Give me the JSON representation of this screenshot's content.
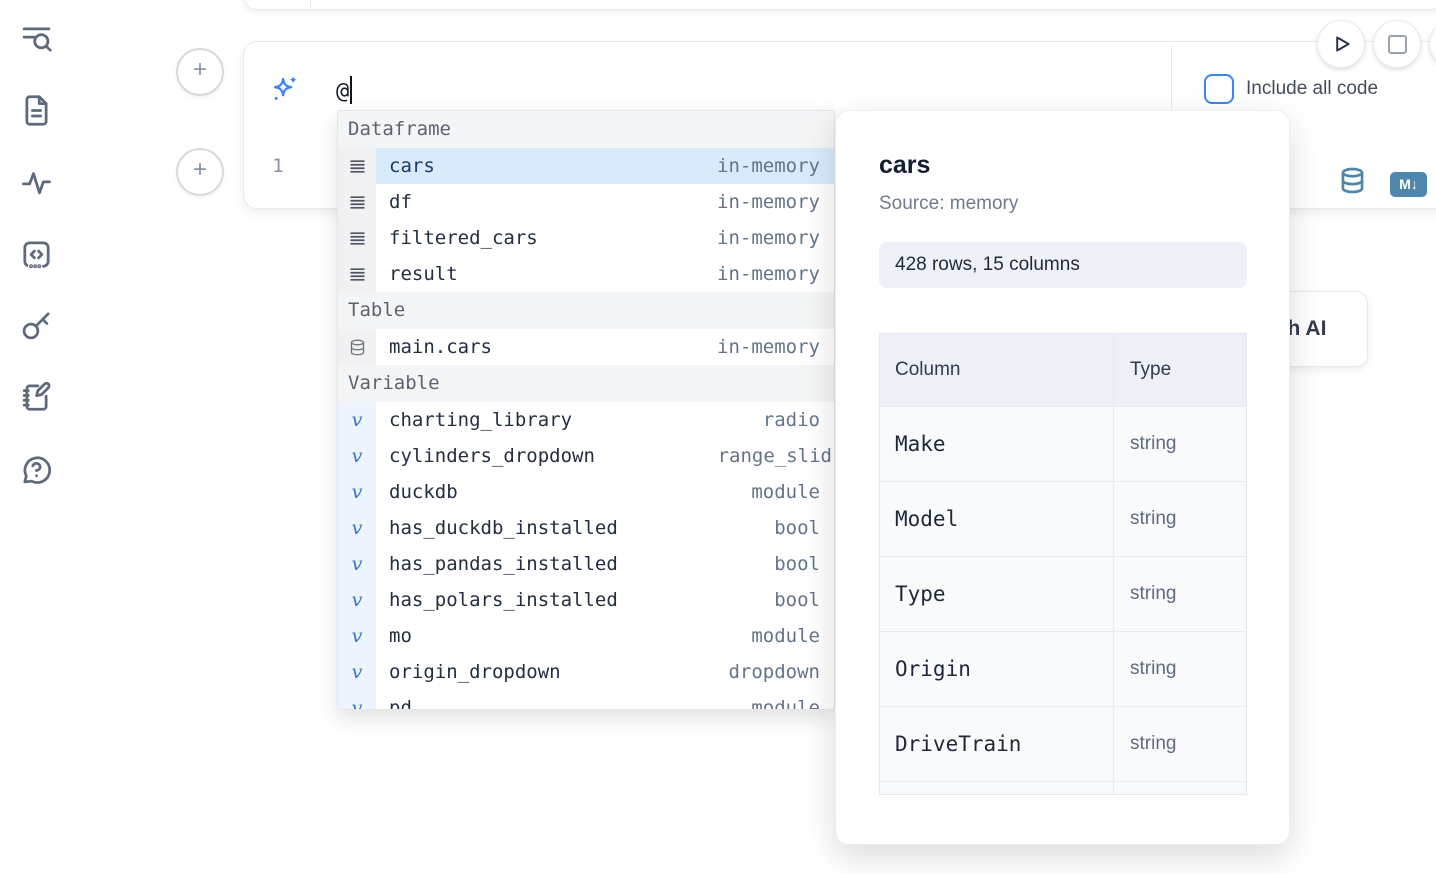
{
  "colors": {
    "accent_blue": "#3b82f6",
    "steel_blue": "#4e87ab",
    "selection_highlight": "#d8eafc",
    "icon_slate": "#5e6a7c"
  },
  "sidebar": {
    "items": [
      {
        "icon": "list-search-icon"
      },
      {
        "icon": "file-document-icon"
      },
      {
        "icon": "activity-icon"
      },
      {
        "icon": "code-block-icon"
      },
      {
        "icon": "key-icon"
      },
      {
        "icon": "scratchpad-icon"
      },
      {
        "icon": "help-chat-icon"
      }
    ]
  },
  "toolbar": {
    "run_button_icon": "play-icon",
    "stop_button_icon": "stop-icon",
    "include_all_code_label": "Include all code",
    "include_all_code_checked": false
  },
  "prompt": {
    "icon": "ai-sparkle-icon",
    "value": "@"
  },
  "cell": {
    "line_number": "1",
    "actions": [
      {
        "icon": "database-icon"
      },
      {
        "icon": "markdown-badge-icon",
        "label": "M↓"
      }
    ]
  },
  "autocomplete": {
    "sections": [
      {
        "label": "Dataframe",
        "icon": "dataframe-rows-icon",
        "items": [
          {
            "name": "cars",
            "type": "in-memory",
            "selected": true
          },
          {
            "name": "df",
            "type": "in-memory"
          },
          {
            "name": "filtered_cars",
            "type": "in-memory"
          },
          {
            "name": "result",
            "type": "in-memory"
          }
        ]
      },
      {
        "label": "Table",
        "icon": "database-icon",
        "items": [
          {
            "name": "main.cars",
            "type": "in-memory"
          }
        ]
      },
      {
        "label": "Variable",
        "icon": "variable-icon",
        "items": [
          {
            "name": "charting_library",
            "type": "radio"
          },
          {
            "name": "cylinders_dropdown",
            "type": "range_slid",
            "type_clipped": true
          },
          {
            "name": "duckdb",
            "type": "module"
          },
          {
            "name": "has_duckdb_installed",
            "type": "bool"
          },
          {
            "name": "has_pandas_installed",
            "type": "bool"
          },
          {
            "name": "has_polars_installed",
            "type": "bool"
          },
          {
            "name": "mo",
            "type": "module"
          },
          {
            "name": "origin_dropdown",
            "type": "dropdown"
          },
          {
            "name": "pd",
            "type": "module",
            "row_clipped": true
          }
        ]
      }
    ]
  },
  "ai_button": {
    "visible_label": "h AI"
  },
  "preview": {
    "title": "cars",
    "source": "Source: memory",
    "shape": "428 rows, 15 columns",
    "table": {
      "headers": [
        "Column",
        "Type"
      ],
      "rows": [
        {
          "column": "Make",
          "type": "string"
        },
        {
          "column": "Model",
          "type": "string"
        },
        {
          "column": "Type",
          "type": "string"
        },
        {
          "column": "Origin",
          "type": "string"
        },
        {
          "column": "DriveTrain",
          "type": "string"
        }
      ],
      "has_partial_next_row": true
    }
  }
}
